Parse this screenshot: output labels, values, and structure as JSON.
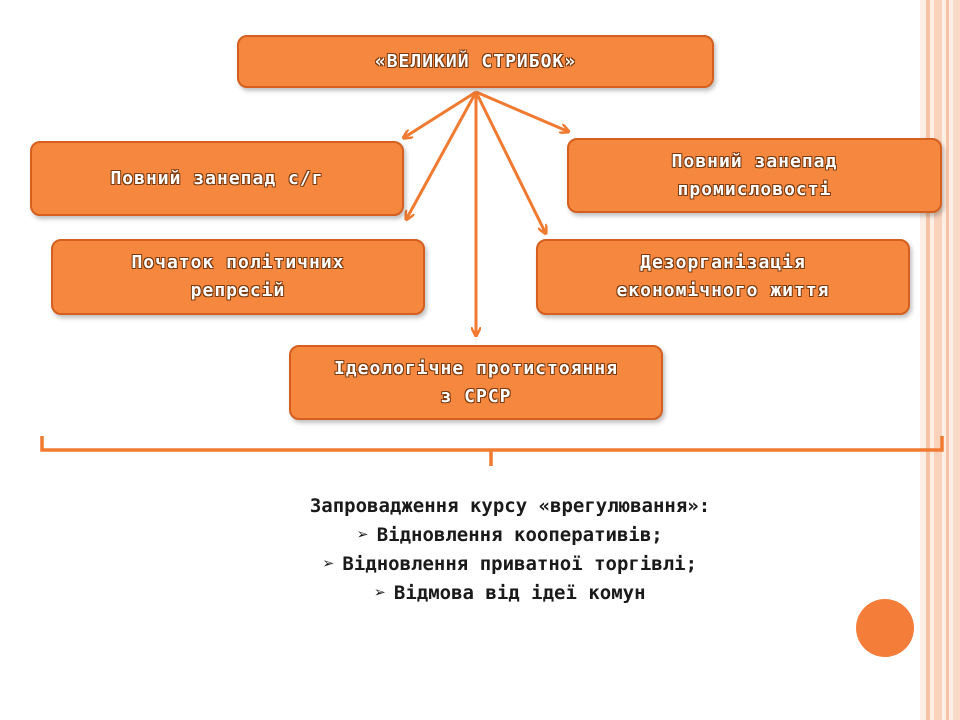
{
  "diagram": {
    "title": "«ВЕЛИКИЙ СТРИБОК»",
    "effects": {
      "agriculture": "Повний занепад с/г",
      "industry": "Повний занепад\nпромисловості",
      "repressions": "Початок політичних\nрепресій",
      "disorganization": "Дезорганізація\nекономічного життя",
      "ideology": "Ідеологічне протистояння\nз СРСР"
    }
  },
  "policy": {
    "heading": "Запровадження курсу «врегулювання»:",
    "bullet_icon": "right-arrowhead-icon",
    "bullets": [
      "Відновлення кооперативів;",
      "Відновлення приватної торгівлі;",
      "Відмова від ідеї комун"
    ]
  },
  "colors": {
    "box_fill": "#f5883e",
    "box_border": "#d45f1e",
    "arrow": "#f07a30",
    "stripe": "#f7c3a6",
    "accent_circle": "#f47d3a"
  }
}
